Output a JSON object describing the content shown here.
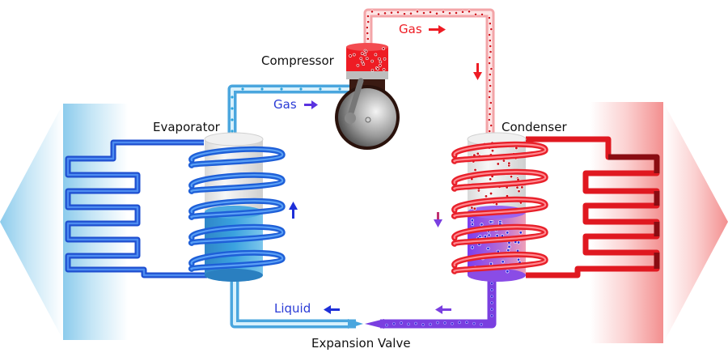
{
  "title": "Heat pump refrigeration cycle",
  "components": {
    "compressor": {
      "label": "Compressor"
    },
    "evaporator": {
      "label": "Evaporator"
    },
    "condenser": {
      "label": "Condenser"
    },
    "expansion_valve": {
      "label": "Expansion Valve"
    }
  },
  "flow_labels": {
    "gas_hot": "Gas",
    "gas_cold": "Gas",
    "liquid": "Liquid"
  },
  "colors": {
    "hot": "#ee1c24",
    "hot_light": "#f7a5a8",
    "cold": "#1f5fd6",
    "cold_light": "#8fd0ee",
    "mixed": "#7a3fe0",
    "label_blue": "#2a3bd6",
    "arrow_heat_left": "#a9d8f0",
    "arrow_heat_right": "#f7a0a0"
  },
  "arrows": {
    "heat_absorbed": "left",
    "heat_released": "right",
    "flow_direction": "clockwise"
  }
}
